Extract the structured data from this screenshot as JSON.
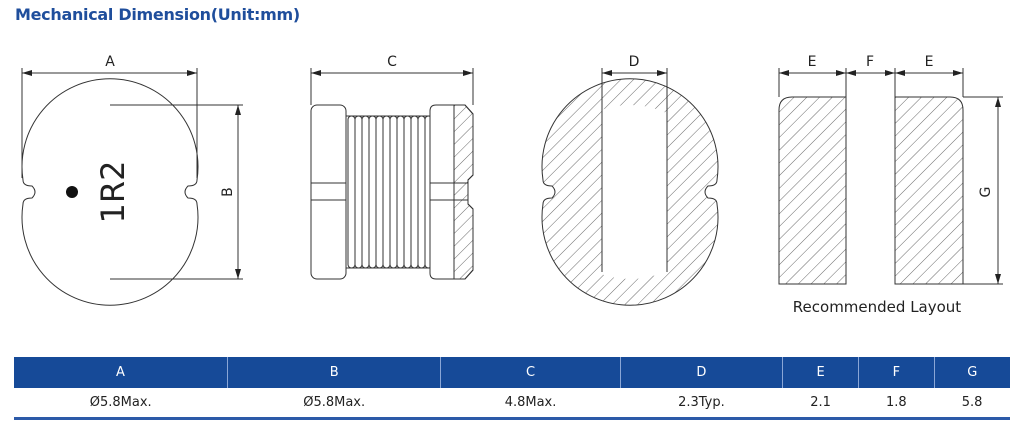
{
  "title": "Mechanical Dimension(Unit:mm)",
  "drawing": {
    "marking": "1R2",
    "labels": {
      "a": "A",
      "b": "B",
      "c": "C",
      "d": "D",
      "e": "E",
      "f": "F",
      "g": "G"
    },
    "layout_caption": "Recommended Layout"
  },
  "table": {
    "headers": [
      "A",
      "B",
      "C",
      "D",
      "E",
      "F",
      "G"
    ],
    "values": [
      "Ø5.8Max.",
      "Ø5.8Max.",
      "4.8Max.",
      "2.3Typ.",
      "2.1",
      "1.8",
      "5.8"
    ]
  }
}
